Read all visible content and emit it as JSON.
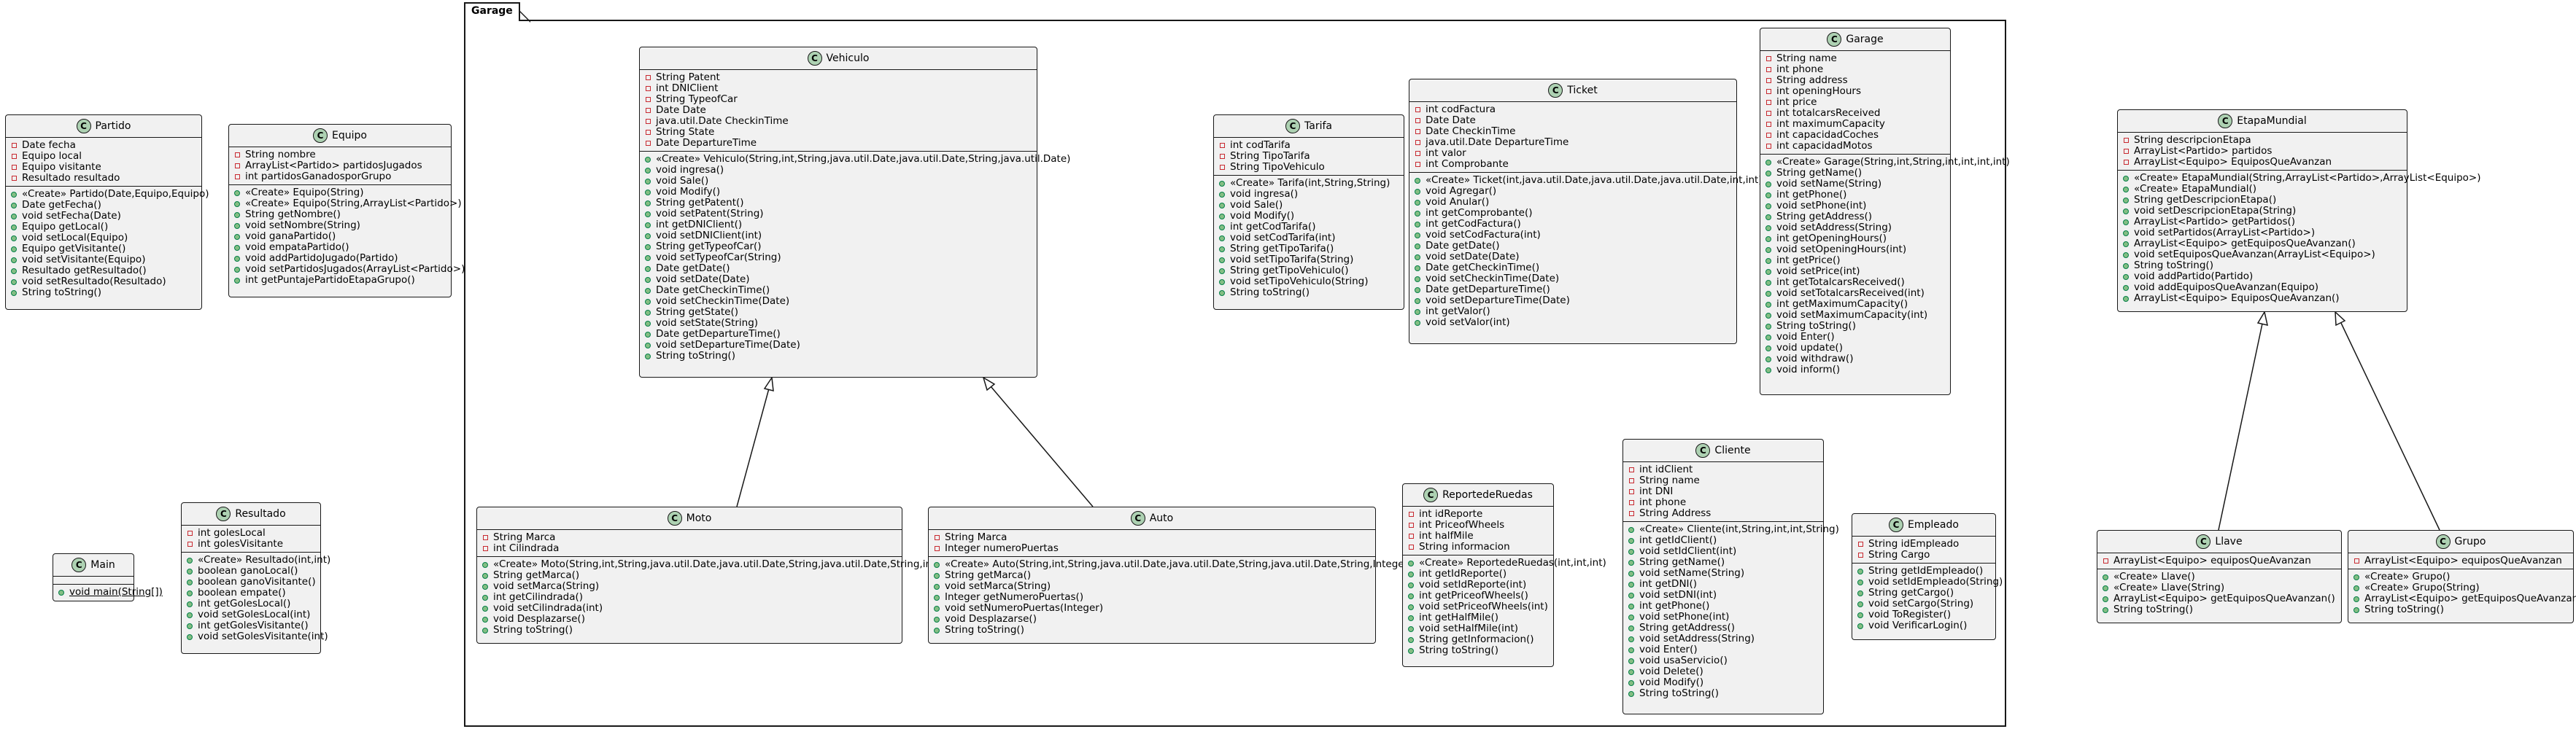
{
  "package": {
    "name": "Garage"
  },
  "classes": {
    "partido": {
      "name": "Partido",
      "fields": [
        "Date fecha",
        "Equipo local",
        "Equipo visitante",
        "Resultado resultado"
      ],
      "methods": [
        "«Create» Partido(Date,Equipo,Equipo)",
        "Date getFecha()",
        "void setFecha(Date)",
        "Equipo getLocal()",
        "void setLocal(Equipo)",
        "Equipo getVisitante()",
        "void setVisitante(Equipo)",
        "Resultado getResultado()",
        "void setResultado(Resultado)",
        "String toString()"
      ]
    },
    "equipo": {
      "name": "Equipo",
      "fields": [
        "String nombre",
        "ArrayList<Partido> partidosJugados",
        "int partidosGanadosporGrupo"
      ],
      "methods": [
        "«Create» Equipo(String)",
        "«Create» Equipo(String,ArrayList<Partido>)",
        "String getNombre()",
        "void setNombre(String)",
        "void ganaPartido()",
        "void empataPartido()",
        "void addPartidoJugado(Partido)",
        "void setPartidosJugados(ArrayList<Partido>)",
        "int getPuntajePartidoEtapaGrupo()"
      ]
    },
    "main": {
      "name": "Main",
      "methods": [
        "void main(String[])"
      ]
    },
    "resultado": {
      "name": "Resultado",
      "fields": [
        "int golesLocal",
        "int golesVisitante"
      ],
      "methods": [
        "«Create» Resultado(int,int)",
        "boolean ganoLocal()",
        "boolean ganoVisitante()",
        "boolean empate()",
        "int getGolesLocal()",
        "void setGolesLocal(int)",
        "int getGolesVisitante()",
        "void setGolesVisitante(int)"
      ]
    },
    "vehiculo": {
      "name": "Vehiculo",
      "fields": [
        "String Patent",
        "int DNIClient",
        "String TypeofCar",
        "Date Date",
        "java.util.Date CheckinTime",
        "String State",
        "Date DepartureTime"
      ],
      "methods": [
        "«Create» Vehiculo(String,int,String,java.util.Date,java.util.Date,String,java.util.Date)",
        "void ingresa()",
        "void Sale()",
        "void Modify()",
        "String getPatent()",
        "void setPatent(String)",
        "int getDNIClient()",
        "void setDNIClient(int)",
        "String getTypeofCar()",
        "void setTypeofCar(String)",
        "Date getDate()",
        "void setDate(Date)",
        "Date getCheckinTime()",
        "void setCheckinTime(Date)",
        "String getState()",
        "void setState(String)",
        "Date getDepartureTime()",
        "void setDepartureTime(Date)",
        "String toString()"
      ]
    },
    "tarifa": {
      "name": "Tarifa",
      "fields": [
        "int codTarifa",
        "String TipoTarifa",
        "String TipoVehiculo"
      ],
      "methods": [
        "«Create» Tarifa(int,String,String)",
        "void ingresa()",
        "void Sale()",
        "void Modify()",
        "int getCodTarifa()",
        "void setCodTarifa(int)",
        "String getTipoTarifa()",
        "void setTipoTarifa(String)",
        "String getTipoVehiculo()",
        "void setTipoVehiculo(String)",
        "String toString()"
      ]
    },
    "ticket": {
      "name": "Ticket",
      "fields": [
        "int codFactura",
        "Date Date",
        "Date CheckinTime",
        "java.util.Date DepartureTime",
        "int valor",
        "int Comprobante"
      ],
      "methods": [
        "«Create» Ticket(int,java.util.Date,java.util.Date,java.util.Date,int,int)",
        "void Agregar()",
        "void Anular()",
        "int getComprobante()",
        "int getCodFactura()",
        "void setCodFactura(int)",
        "Date getDate()",
        "void setDate(Date)",
        "Date getCheckinTime()",
        "void setCheckinTime(Date)",
        "Date getDepartureTime()",
        "void setDepartureTime(Date)",
        "int getValor()",
        "void setValor(int)"
      ]
    },
    "garage": {
      "name": "Garage",
      "fields": [
        "String name",
        "int phone",
        "String address",
        "int openingHours",
        "int price",
        "int totalcarsReceived",
        "int maximumCapacity",
        "int capacidadCoches",
        "int capacidadMotos"
      ],
      "methods": [
        "«Create» Garage(String,int,String,int,int,int,int)",
        "String getName()",
        "void setName(String)",
        "int getPhone()",
        "void setPhone(int)",
        "String getAddress()",
        "void setAddress(String)",
        "int getOpeningHours()",
        "void setOpeningHours(int)",
        "int getPrice()",
        "void setPrice(int)",
        "int getTotalcarsReceived()",
        "void setTotalcarsReceived(int)",
        "int getMaximumCapacity()",
        "void setMaximumCapacity(int)",
        "String toString()",
        "void Enter()",
        "void update()",
        "void withdraw()",
        "void inform()"
      ]
    },
    "moto": {
      "name": "Moto",
      "fields": [
        "String Marca",
        "int Cilindrada"
      ],
      "methods": [
        "«Create» Moto(String,int,String,java.util.Date,java.util.Date,String,java.util.Date,String,int)",
        "String getMarca()",
        "void setMarca(String)",
        "int getCilindrada()",
        "void setCilindrada(int)",
        "void Desplazarse()",
        "String toString()"
      ]
    },
    "auto": {
      "name": "Auto",
      "fields": [
        "String Marca",
        "Integer numeroPuertas"
      ],
      "methods": [
        "«Create» Auto(String,int,String,java.util.Date,java.util.Date,String,java.util.Date,String,Integer)",
        "String getMarca()",
        "void setMarca(String)",
        "Integer getNumeroPuertas()",
        "void setNumeroPuertas(Integer)",
        "void Desplazarse()",
        "String toString()"
      ]
    },
    "reporte": {
      "name": "ReportedeRuedas",
      "fields": [
        "int idReporte",
        "int PriceofWheels",
        "int halfMile",
        "String informacion"
      ],
      "methods": [
        "«Create» ReportedeRuedas(int,int,int)",
        "int getIdReporte()",
        "void setIdReporte(int)",
        "int getPriceofWheels()",
        "void setPriceofWheels(int)",
        "int getHalfMile()",
        "void setHalfMile(int)",
        "String getInformacion()",
        "String toString()"
      ]
    },
    "cliente": {
      "name": "Cliente",
      "fields": [
        "int idClient",
        "String name",
        "int DNI",
        "int phone",
        "String Address"
      ],
      "methods": [
        "«Create» Cliente(int,String,int,int,String)",
        "int getIdClient()",
        "void setIdClient(int)",
        "String getName()",
        "void setName(String)",
        "int getDNI()",
        "void setDNI(int)",
        "int getPhone()",
        "void setPhone(int)",
        "String getAddress()",
        "void setAddress(String)",
        "void Enter()",
        "void usaServicio()",
        "void Delete()",
        "void Modify()",
        "String toString()"
      ]
    },
    "empleado": {
      "name": "Empleado",
      "fields": [
        "String idEmpleado",
        "String Cargo"
      ],
      "methods": [
        "String getIdEmpleado()",
        "void setIdEmpleado(String)",
        "String getCargo()",
        "void setCargo(String)",
        "void ToRegister()",
        "void VerificarLogin()"
      ]
    },
    "etapa": {
      "name": "EtapaMundial",
      "fields": [
        "String descripcionEtapa",
        "ArrayList<Partido> partidos",
        "ArrayList<Equipo> EquiposQueAvanzan"
      ],
      "methods": [
        "«Create» EtapaMundial(String,ArrayList<Partido>,ArrayList<Equipo>)",
        "«Create» EtapaMundial()",
        "String getDescripcionEtapa()",
        "void setDescripcionEtapa(String)",
        "ArrayList<Partido> getPartidos()",
        "void setPartidos(ArrayList<Partido>)",
        "ArrayList<Equipo> getEquiposQueAvanzan()",
        "void setEquiposQueAvanzan(ArrayList<Equipo>)",
        "String toString()",
        "void addPartido(Partido)",
        "void addEquiposQueAvanzan(Equipo)",
        "ArrayList<Equipo> EquiposQueAvanzan()"
      ]
    },
    "llave": {
      "name": "Llave",
      "fields": [
        "ArrayList<Equipo> equiposQueAvanzan"
      ],
      "methods": [
        "«Create» Llave()",
        "«Create» Llave(String)",
        "ArrayList<Equipo> getEquiposQueAvanzan()",
        "String toString()"
      ]
    },
    "grupo": {
      "name": "Grupo",
      "fields": [
        "ArrayList<Equipo> equiposQueAvanzan"
      ],
      "methods": [
        "«Create» Grupo()",
        "«Create» Grupo(String)",
        "ArrayList<Equipo> getEquiposQueAvanzan()",
        "String toString()"
      ]
    }
  },
  "colors": {
    "class_fill": "#f1f1f1",
    "class_icon": "#add1b2",
    "private": "#c82930",
    "public": "#84be84"
  }
}
